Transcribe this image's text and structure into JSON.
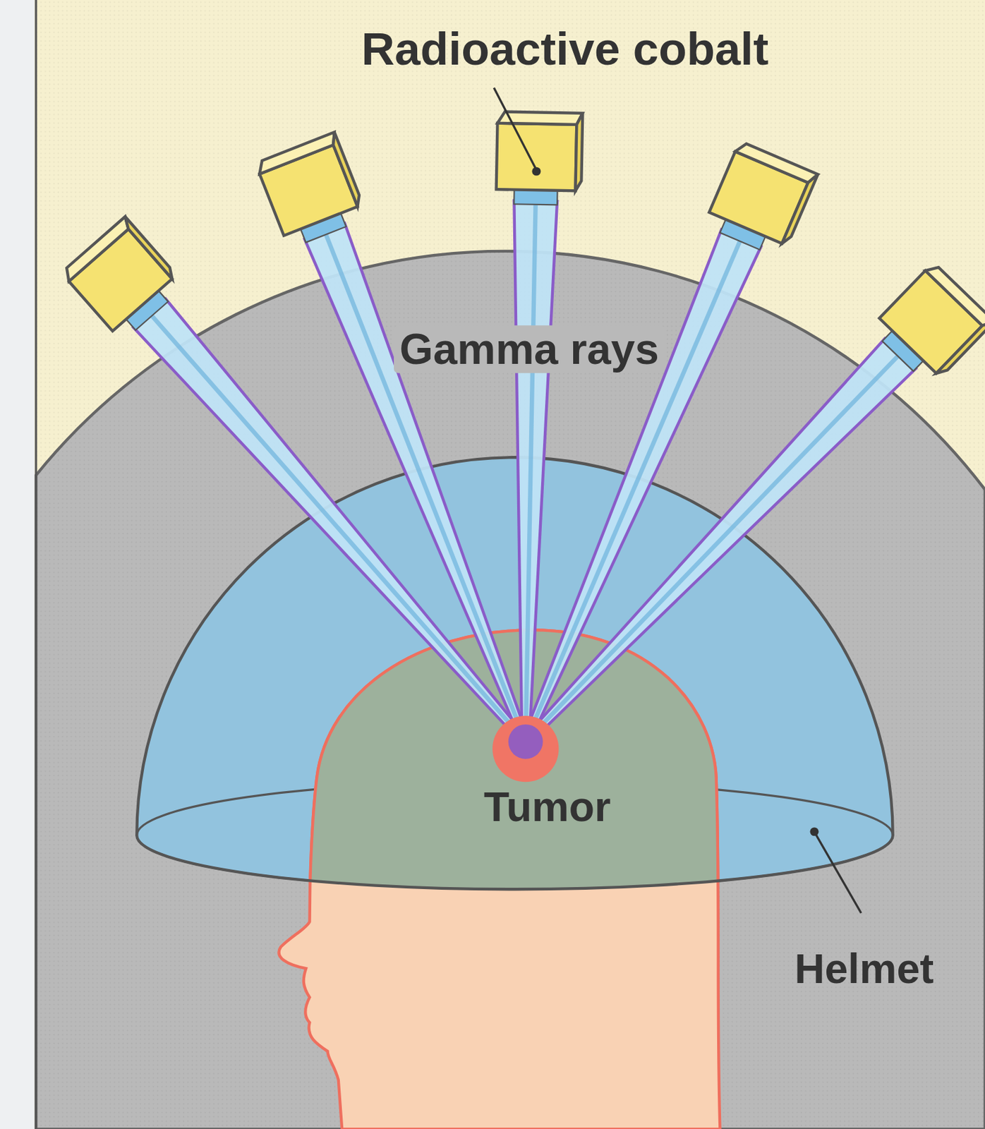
{
  "diagram": {
    "labels": [
      "Radioactive cobalt",
      "Gamma rays",
      "Tumor",
      "Helmet"
    ]
  }
}
